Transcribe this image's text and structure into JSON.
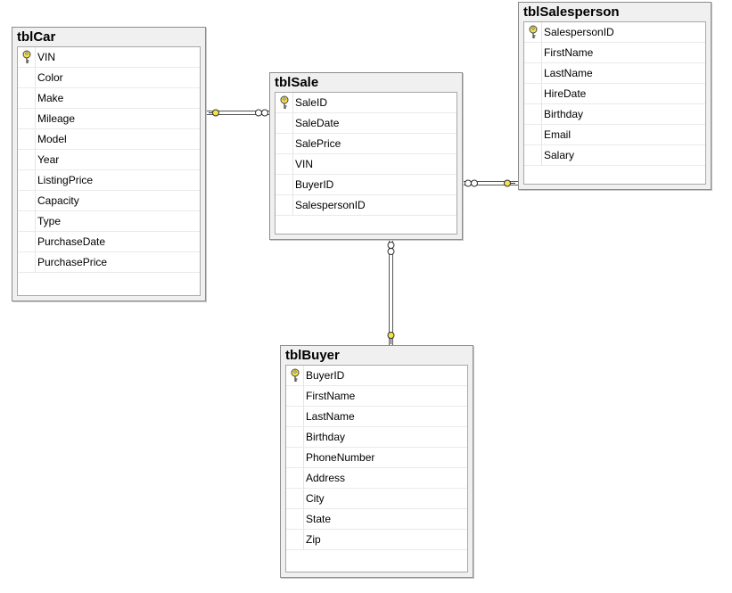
{
  "tables": [
    {
      "id": "tblcar",
      "name": "tblCar",
      "columns": [
        "VIN",
        "Color",
        "Make",
        "Mileage",
        "Model",
        "Year",
        "ListingPrice",
        "Capacity",
        "Type",
        "PurchaseDate",
        "PurchasePrice"
      ],
      "primary_key": "VIN"
    },
    {
      "id": "tblsale",
      "name": "tblSale",
      "columns": [
        "SaleID",
        "SaleDate",
        "SalePrice",
        "VIN",
        "BuyerID",
        "SalespersonID"
      ],
      "primary_key": "SaleID"
    },
    {
      "id": "tblsalesperson",
      "name": "tblSalesperson",
      "columns": [
        "SalespersonID",
        "FirstName",
        "LastName",
        "HireDate",
        "Birthday",
        "Email",
        "Salary"
      ],
      "primary_key": "SalespersonID"
    },
    {
      "id": "tblbuyer",
      "name": "tblBuyer",
      "columns": [
        "BuyerID",
        "FirstName",
        "LastName",
        "Birthday",
        "PhoneNumber",
        "Address",
        "City",
        "State",
        "Zip"
      ],
      "primary_key": "BuyerID"
    }
  ],
  "relationships": [
    {
      "from": "tblCar.VIN",
      "to": "tblSale.VIN",
      "type": "one-to-many"
    },
    {
      "from": "tblSalesperson.SalespersonID",
      "to": "tblSale.SalespersonID",
      "type": "one-to-many"
    },
    {
      "from": "tblBuyer.BuyerID",
      "to": "tblSale.BuyerID",
      "type": "one-to-many"
    }
  ],
  "colors": {
    "key_icon": "#f2e34a",
    "connector": "#555555",
    "header_bg": "#f0f0f0",
    "border": "#8c8c8c"
  }
}
